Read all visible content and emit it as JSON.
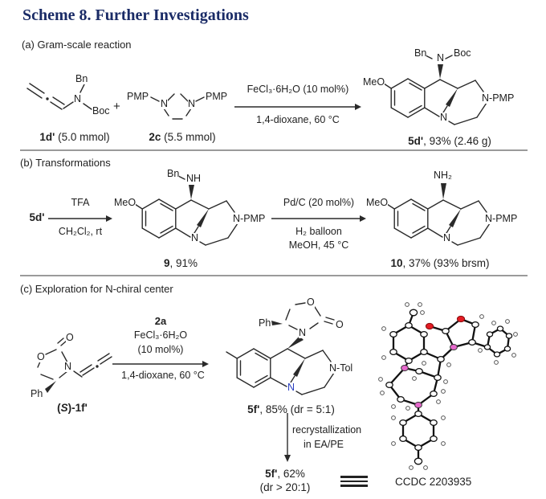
{
  "title": "Scheme 8. Further Investigations",
  "sections": {
    "a": {
      "header": "(a) Gram-scale reaction",
      "reactant1": {
        "labels": {
          "bn": "Bn",
          "n": "N",
          "boc": "Boc"
        },
        "caption_id": "1d'",
        "caption_note": " (5.0 mmol)"
      },
      "plus": "+",
      "reactant2": {
        "labels": {
          "pmp_left": "PMP",
          "n_left": "N",
          "n_right": "N",
          "pmp_right": "PMP"
        },
        "caption_id": "2c",
        "caption_note": " (5.5 mmol)"
      },
      "arrow": {
        "above": "FeCl₃·6H₂O (10 mol%)",
        "below": "1,4-dioxane, 60 °C"
      },
      "product": {
        "labels": {
          "meo": "MeO",
          "bn": "Bn",
          "n_top": "N",
          "boc": "Boc",
          "n_ring": "N",
          "n_pmp": "N-PMP"
        },
        "caption_id": "5d'",
        "caption_note": ", 93% (2.46 g)"
      }
    },
    "b": {
      "header": "(b) Transformations",
      "reactant_id": "5d'",
      "arrow1": {
        "above": "TFA",
        "below": "CH₂Cl₂, rt"
      },
      "product9": {
        "labels": {
          "meo": "MeO",
          "bn": "Bn",
          "nh": "NH",
          "n_ring": "N",
          "n_pmp": "N-PMP"
        },
        "caption_id": "9",
        "caption_note": ", 91%"
      },
      "arrow2": {
        "above": "Pd/C (20 mol%)",
        "below1": "H₂ balloon",
        "below2": "MeOH, 45 °C"
      },
      "product10": {
        "labels": {
          "meo": "MeO",
          "nh2": "NH₂",
          "n_ring": "N",
          "n_pmp": "N-PMP"
        },
        "caption_id": "10",
        "caption_note": ", 37% (93% brsm)"
      }
    },
    "c": {
      "header": "(c) Exploration for N-chiral center",
      "reactant": {
        "labels": {
          "o_ring": "O",
          "o_carbonyl": "O",
          "n": "N",
          "ph": "Ph"
        },
        "caption_open": "(",
        "caption_stereo": "S",
        "caption_close": ")-1f'"
      },
      "arrow": {
        "above1": "2a",
        "above2": "FeCl₃·6H₂O",
        "above3": "(10 mol%)",
        "below": "1,4-dioxane, 60 °C"
      },
      "product": {
        "labels": {
          "ph": "Ph",
          "n_top": "N",
          "o_ring": "O",
          "o_carbonyl": "O",
          "n_ring": "N",
          "n_tol": "N-Tol"
        },
        "caption_id": "5f'",
        "caption_note": ", 85% (dr = 5:1)"
      },
      "recryst_arrow": {
        "line1": "recrystallization",
        "line2": "in EA/PE"
      },
      "result": {
        "id": "5f'",
        "note": ", 62%",
        "line2": "(dr > 20:1)"
      },
      "ccdc": "CCDC 2203935"
    }
  },
  "colors": {
    "title": "#1a2b66",
    "text": "#1f1f1f",
    "divider": "#9a9a9a",
    "ring_nitrogen_blue": "#2a3fbf",
    "ortep_oxygen": "#e31b23",
    "ortep_nitrogen": "#e668cc"
  }
}
